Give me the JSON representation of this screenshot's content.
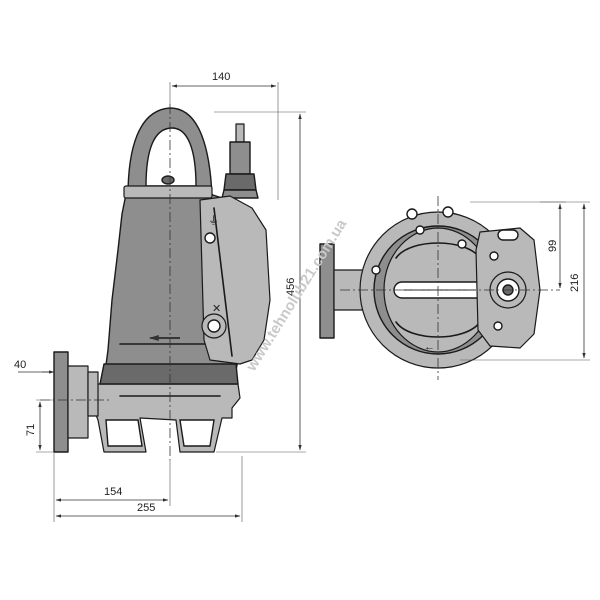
{
  "dimensions": {
    "top_width": "140",
    "height_total": "456",
    "flange_thickness": "40",
    "flange_height": "71",
    "outlet_offset": "154",
    "base_width": "255",
    "right_upper": "99",
    "right_total": "216"
  },
  "watermark": "www.tehnolub21.com.ua",
  "colors": {
    "line": "#1a1a1a",
    "body_fill": "#8e8e8e",
    "dark_fill": "#6a6a6a",
    "light_fill": "#b9b9b9"
  }
}
